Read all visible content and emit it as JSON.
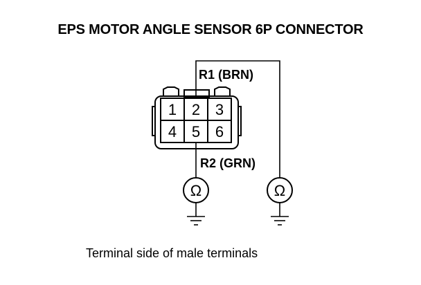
{
  "title": "EPS MOTOR ANGLE SENSOR 6P CONNECTOR",
  "connector": {
    "terminals": [
      "1",
      "2",
      "3",
      "4",
      "5",
      "6"
    ]
  },
  "wires": {
    "r1_label": "R1 (BRN)",
    "r2_label": "R2 (GRN)"
  },
  "meters": {
    "symbol": "Ω"
  },
  "caption": "Terminal side of male terminals"
}
